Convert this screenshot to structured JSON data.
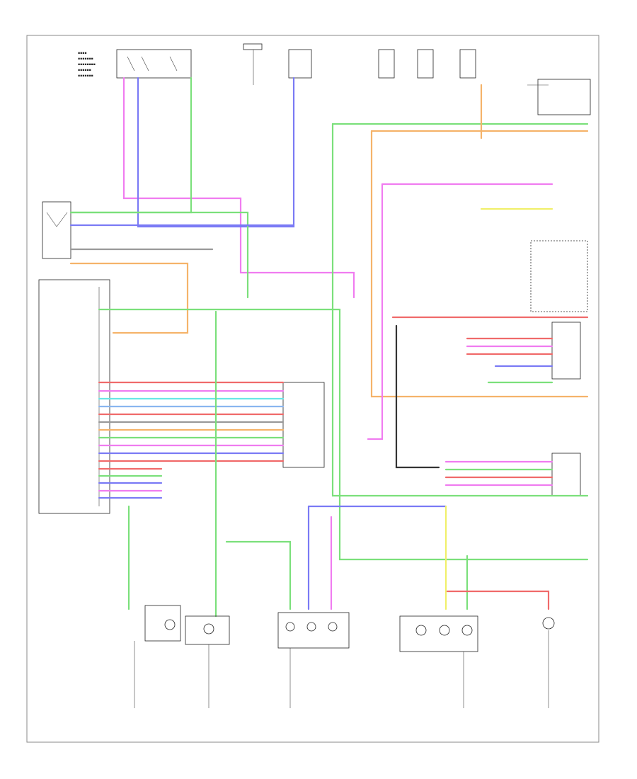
{
  "diagram": {
    "footer_code": "",
    "colors": {
      "green": "#7be07b",
      "pink": "#f07cf0",
      "blue": "#7a7af5",
      "orange": "#f5b36a",
      "red": "#f06a6a",
      "yellow": "#f0ef6a",
      "cyan": "#6ae6e6",
      "lightblue": "#8ab6f0",
      "black": "#333333",
      "gray": "#999999"
    },
    "components": [
      {
        "id": "turn-switch",
        "label": ""
      },
      {
        "id": "fuse-block",
        "label": ""
      },
      {
        "id": "relay-box",
        "label": ""
      },
      {
        "id": "module",
        "label": ""
      },
      {
        "id": "license-lamp",
        "label": ""
      },
      {
        "id": "right-rear-lamp",
        "label": ""
      },
      {
        "id": "left-rear-lamp",
        "label": ""
      },
      {
        "id": "trailer-connector",
        "label": ""
      },
      {
        "id": "ground-points",
        "label": ""
      }
    ]
  }
}
